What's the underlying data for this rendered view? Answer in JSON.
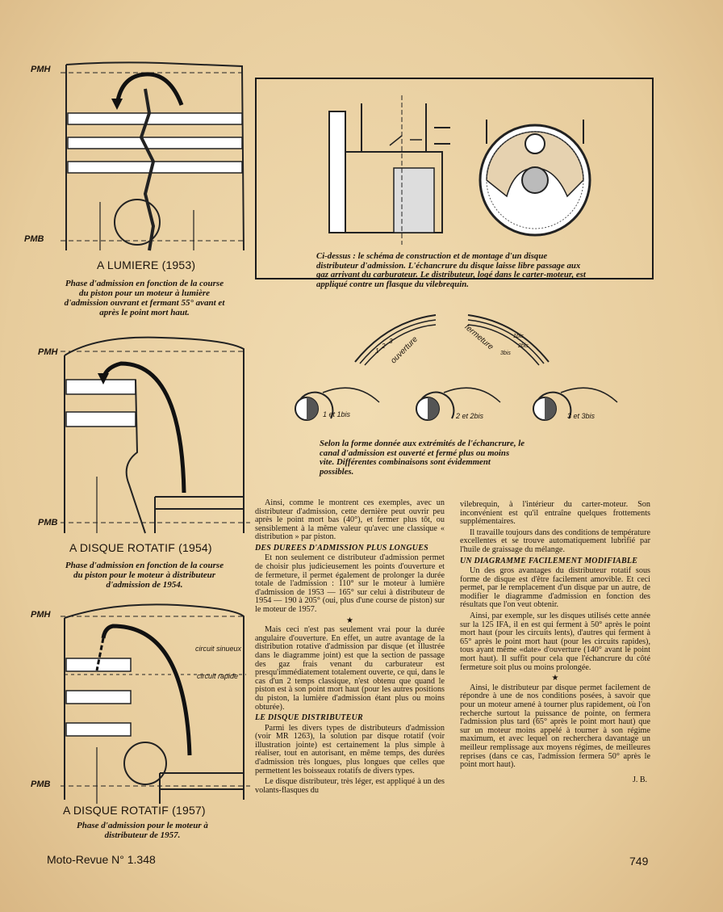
{
  "fig1": {
    "pmh": "PMH",
    "pmb": "PMB",
    "title": "A LUMIERE (1953)",
    "caption": "Phase d'admission en fonction de la course du piston pour un moteur à lumière d'admission ouvrant et fermant 55° avant et après le point mort haut."
  },
  "fig2": {
    "pmh": "PMH",
    "pmb": "PMB",
    "title": "A DISQUE ROTATIF (1954)",
    "caption": "Phase d'admission en fonction de la course du piston pour le moteur à distributeur d'admission de 1954."
  },
  "fig3": {
    "pmh": "PMH",
    "pmb": "PMB",
    "title": "A DISQUE ROTATIF (1957)",
    "caption": "Phase d'admission pour le moteur à distributeur de 1957.",
    "label_sinueux": "circuit sinueux",
    "label_rapide": "circuit rapide"
  },
  "boxed": {
    "caption": "Ci-dessus : le schéma de construction et de montage d'un disque distributeur d'admission. L'échancrure du disque laisse libre passage aux gaz arrivant du carburateur. Le distributeur, logé dans le carter-moteur, est appliqué contre un flasque du vilebrequin."
  },
  "disc_diagram": {
    "ouverture": "ouverture",
    "fermeture": "fermeture",
    "marks_left": [
      "1",
      "2",
      "3"
    ],
    "marks_right": [
      "1bis",
      "2bis",
      "3bis"
    ],
    "disc1": "1 et 1bis",
    "disc2": "2 et 2bis",
    "disc3": "3 et 3bis",
    "caption": "Selon la forme donnée aux extrémités de l'échancrure, le canal d'admission est ouverté et fermé plus ou moins vite. Différentes combinaisons sont évidemment possibles."
  },
  "article": {
    "p1": "Ainsi, comme le montrent ces exemples, avec un distributeur d'admission, cette dernière peut ouvrir peu après le point mort bas (40°), et fermer plus tôt, ou sensiblement à la même valeur qu'avec une classique « distribution » par piston.",
    "h1": "DES DUREES D'ADMISSION PLUS LONGUES",
    "p2": "Et non seulement ce distributeur d'admission permet de choisir plus judicieusement les points d'ouverture et de fermeture, il permet également de prolonger la durée totale de l'admission : 110° sur le moteur à lumière d'admission de 1953 — 165° sur celui à distributeur de 1954 — 190 à 205° (oui, plus d'une course de piston) sur le moteur de 1957.",
    "star1": "★",
    "p3": "Mais ceci n'est pas seulement vrai pour la durée angulaire d'ouverture. En effet, un autre avantage de la distribution rotative d'admission par disque (et illustrée dans le diagramme joint) est que la section de passage des gaz frais venant du carburateur est presqu'immédiatement totalement ouverte, ce qui, dans le cas d'un 2 temps classique, n'est obtenu que quand le piston est à son point mort haut (pour les autres positions du piston, la lumière d'admission étant plus ou moins obturée).",
    "h2": "LE DISQUE DISTRIBUTEUR",
    "p4": "Parmi les divers types de distributeurs d'admission (voir MR 1263), la solution par disque rotatif (voir illustration jointe) est certainement la plus simple à réaliser, tout en autorisant, en même temps, des durées d'admission très longues, plus longues que celles que permettent les boisseaux rotatifs de divers types.",
    "p5": "Le disque distributeur, très léger, est appliqué à un des volants-flasques du",
    "p6": "vilebrequin, à l'intérieur du carter-moteur. Son inconvénient est qu'il entraîne quelques frottements supplémentaires.",
    "p7": "Il travaille toujours dans des conditions de température excellentes et se trouve automatiquement lubrifié par l'huile de graissage du mélange.",
    "h3": "UN DIAGRAMME FACILEMENT MODIFIABLE",
    "p8": "Un des gros avantages du distributeur rotatif sous forme de disque est d'être facilement amovible. Et ceci permet, par le remplacement d'un disque par un autre, de modifier le diagramme d'admission en fonction des résultats que l'on veut obtenir.",
    "p9": "Ainsi, par exemple, sur les disques utilisés cette année sur la 125 IFA, il en est qui ferment à 50° après le point mort haut (pour les circuits lents), d'autres qui ferment à 65° après le point mort haut (pour les circuits rapides), tous ayant même «date» d'ouverture (140° avant le point mort haut). Il suffit pour cela que l'échancrure du côté fermeture soit plus ou moins prolongée.",
    "star2": "★",
    "p10": "Ainsi, le distributeur par disque permet facilement de répondre à une de nos conditions posées, à savoir que pour un moteur amené à tourner plus rapidement, où l'on recherche surtout la puissance de pointe, on fermera l'admission plus tard (65° après le point mort haut) que sur un moteur moins appelé à tourner à son régime maximum, et avec lequel on recherchera davantage un meilleur remplissage aux moyens régimes, de meilleures reprises (dans ce cas, l'admission fermera 50° après le point mort haut).",
    "signature": "J. B."
  },
  "footer": {
    "journal": "Moto-Revue N° 1.348",
    "page": "749"
  }
}
